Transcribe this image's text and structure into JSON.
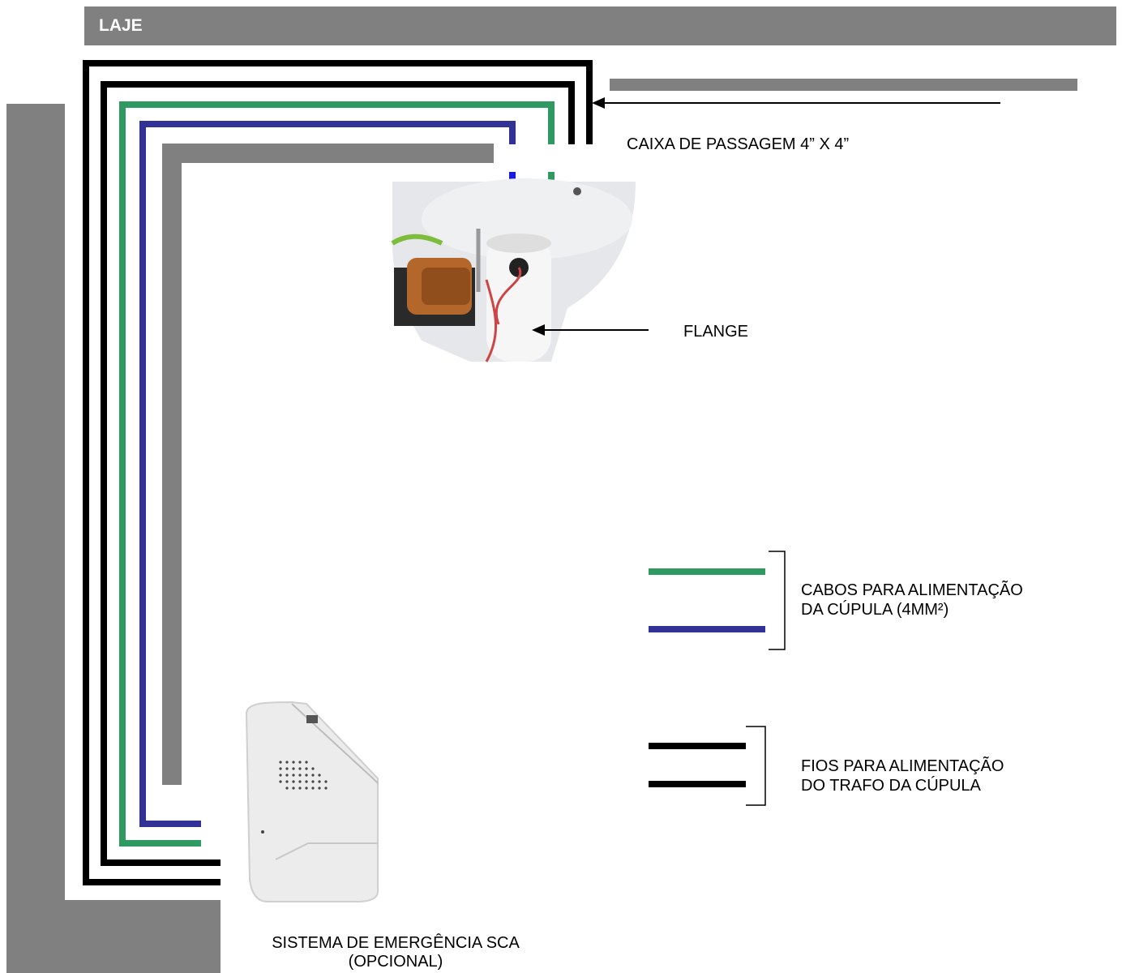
{
  "labels": {
    "laje": "LAJE",
    "caixa": "CAIXA DE PASSAGEM 4” X 4”",
    "flange": "FLANGE",
    "cabos_line1": "CABOS PARA ALIMENTAÇÃO",
    "cabos_line2": "DA CÚPULA (4MM²)",
    "fios_line1": "FIOS PARA ALIMENTAÇÃO",
    "fios_line2": "DO TRAFO DA CÚPULA",
    "sistema_line1": "SISTEMA DE EMERGÊNCIA SCA",
    "sistema_line2": "(OPCIONAL)"
  },
  "colors": {
    "slab": "#808080",
    "wire_black": "#000000",
    "wire_green": "#2e9a62",
    "wire_blue": "#323296",
    "conduit": "#808080"
  }
}
